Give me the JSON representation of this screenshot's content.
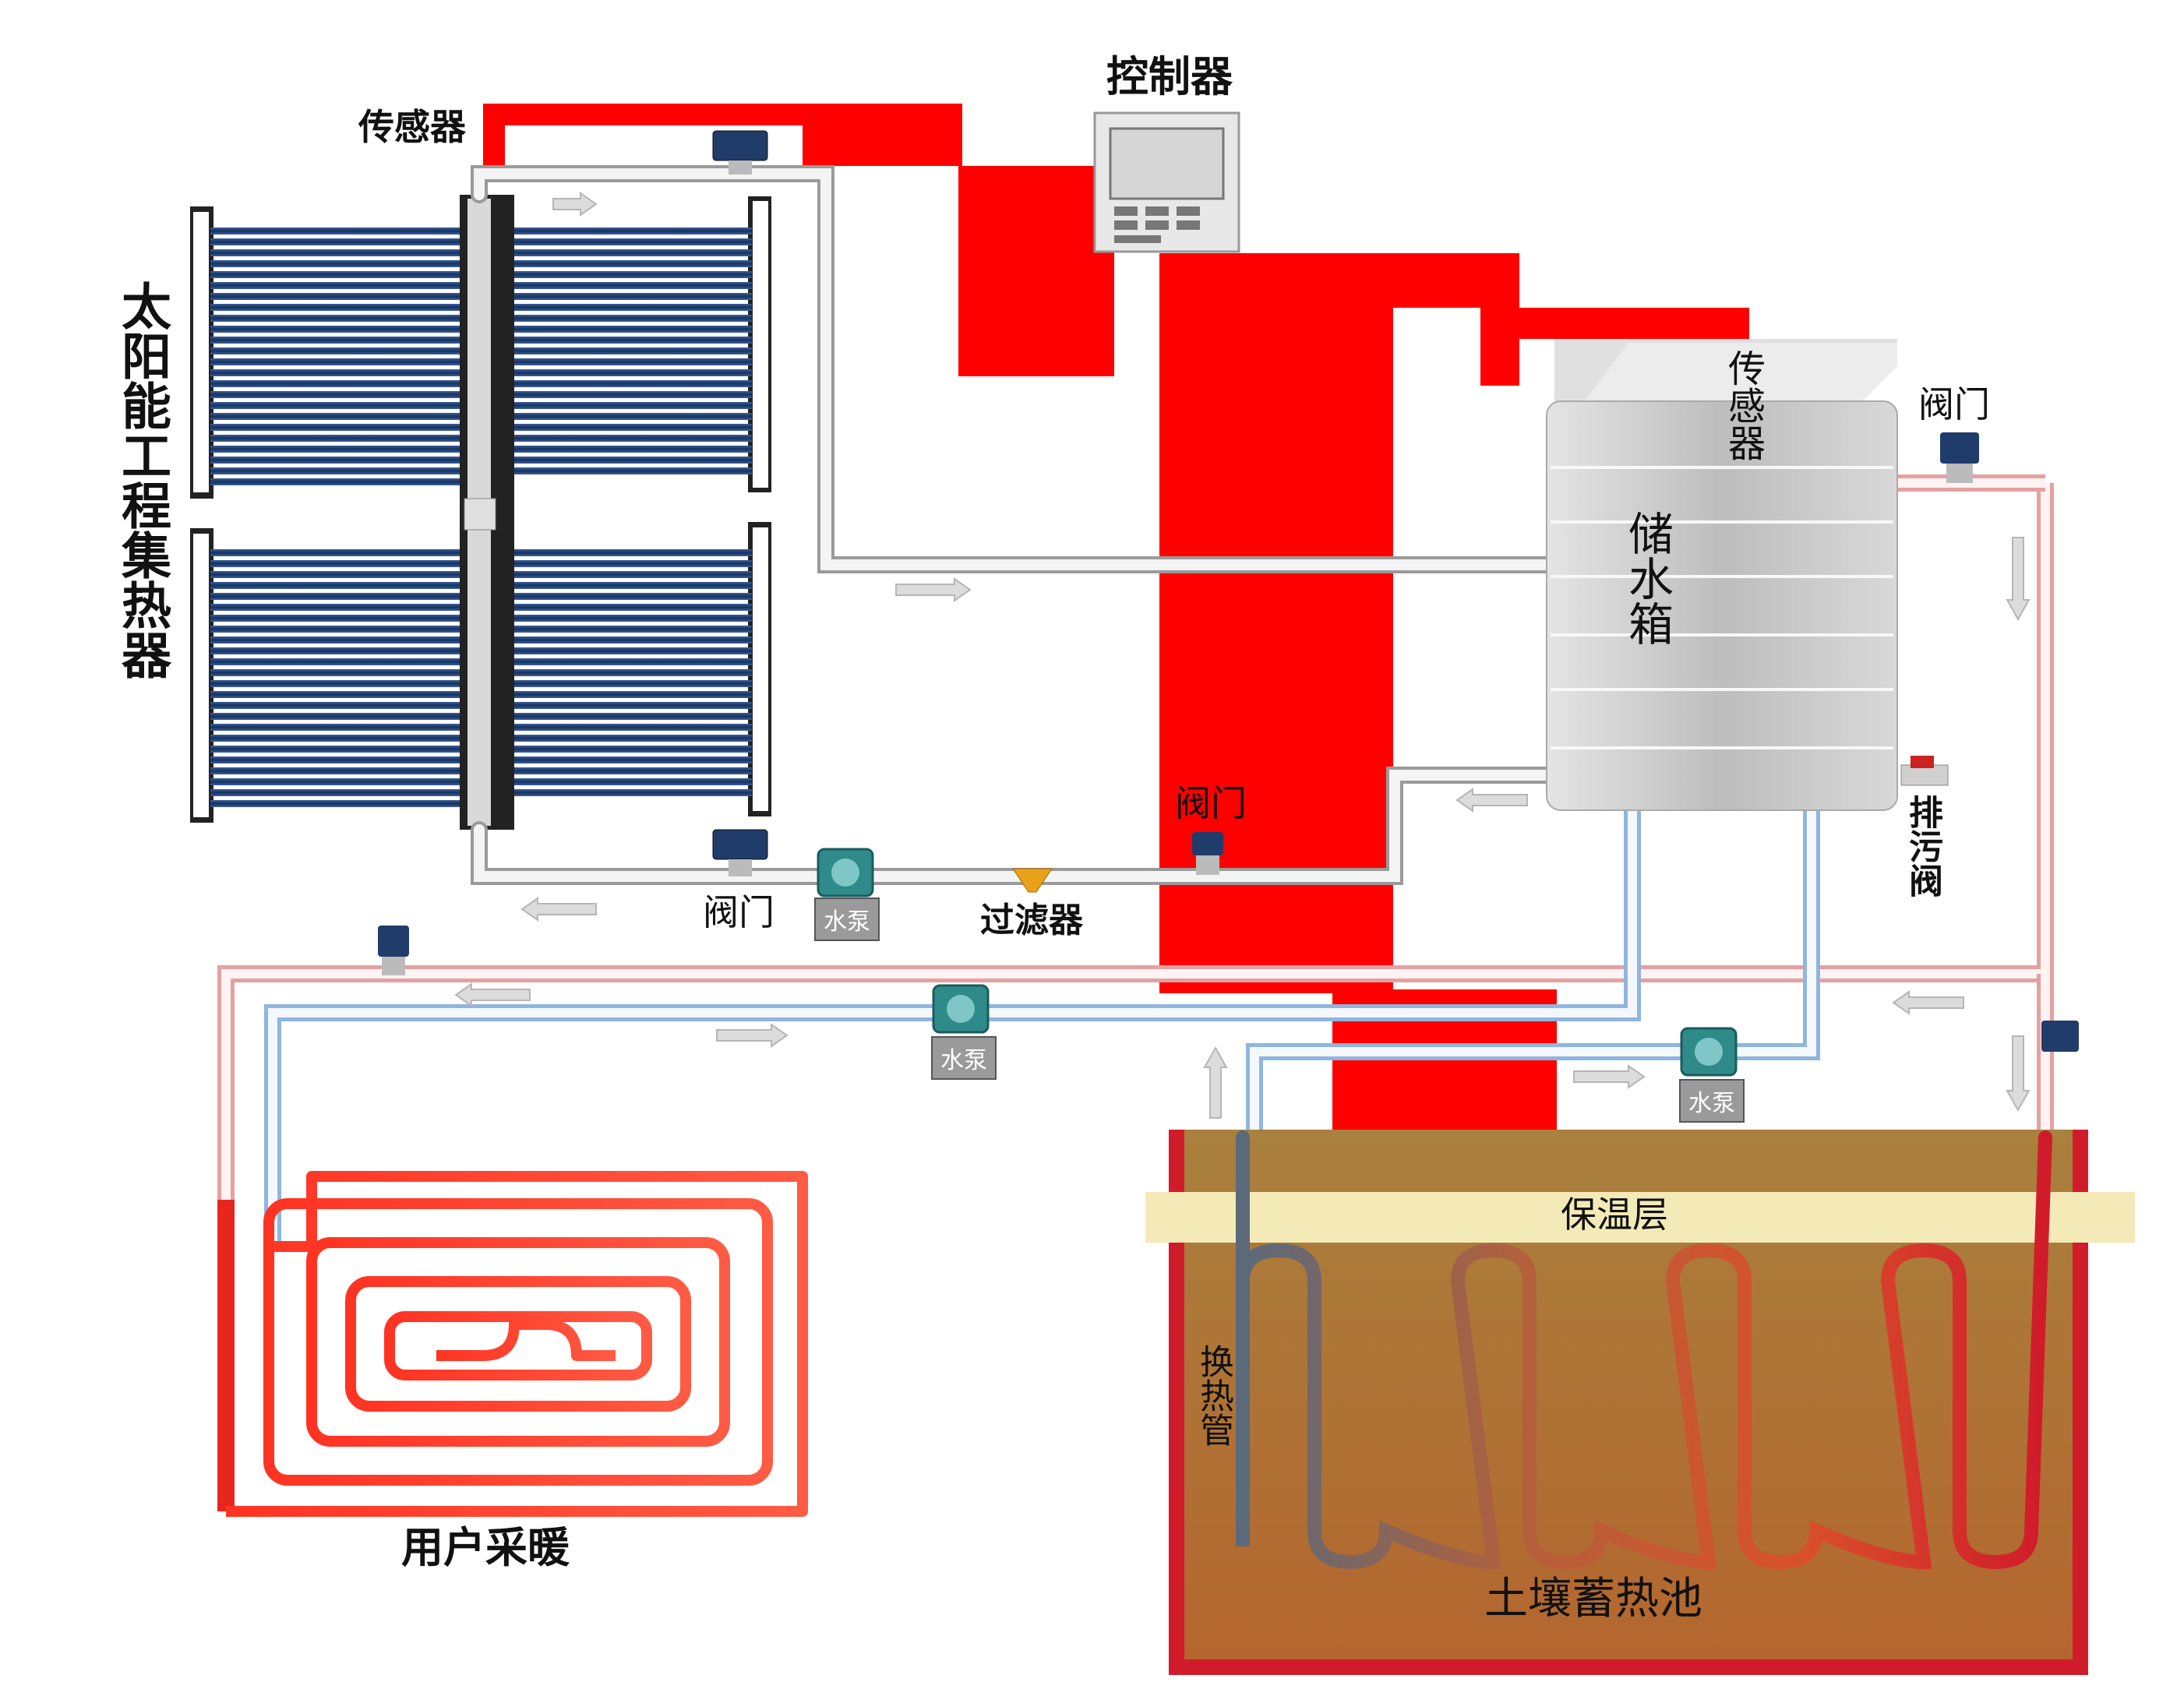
{
  "labels": {
    "controller": "控制器",
    "sensor_top": "传感器",
    "collector": "太阳能工程集热器",
    "tank": "储水箱",
    "tank_sensor": "传感器",
    "valve_right": "阀门",
    "valve_mid": "阀门",
    "valve_bottom": "阀门",
    "filter": "过滤器",
    "pump_1": "水泵",
    "pump_2": "水泵",
    "pump_3": "水泵",
    "drain_valve": "排污阀",
    "insulation": "保温层",
    "heat_exchange_pipe": "换热管",
    "soil_storage": "土壤蓄热池",
    "floor_heating": "用户采暖"
  },
  "colors": {
    "signal_red": "#ff0000",
    "hot_pipe": "#e8261f",
    "cold_pipe": "#2f7fd8",
    "soil_top": "#a8843c",
    "insulation": "#f4eab8",
    "tube_blue": "#1e3f7a"
  }
}
